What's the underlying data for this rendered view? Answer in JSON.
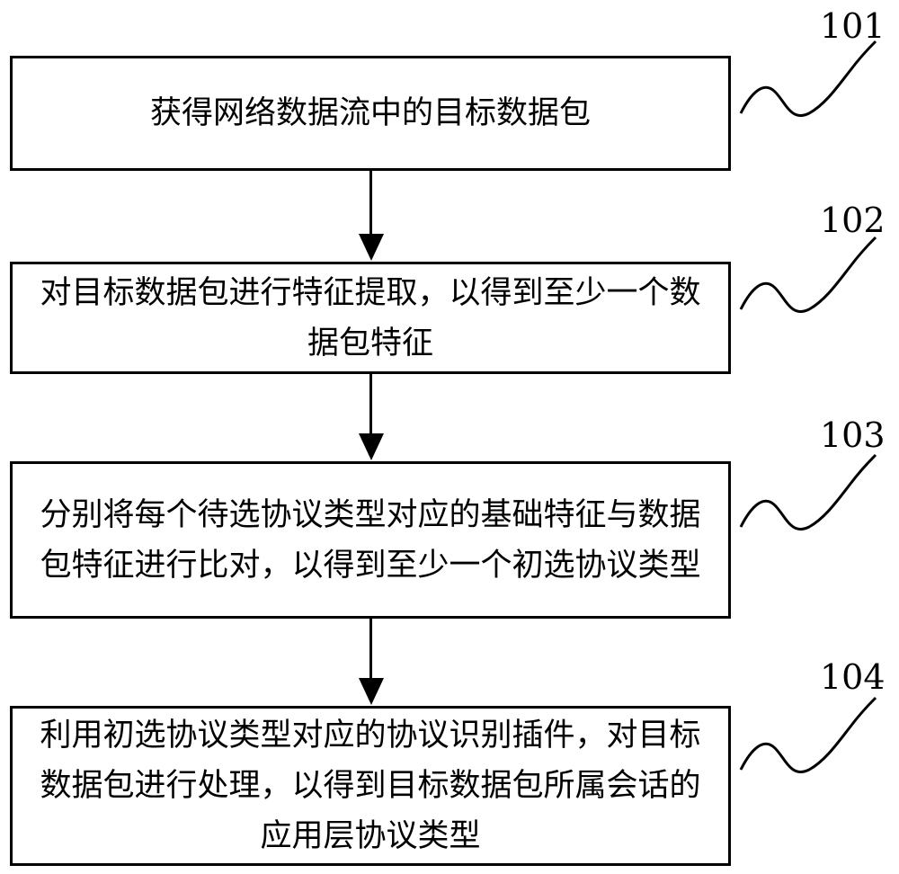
{
  "steps": [
    {
      "id": "101",
      "text": "获得网络数据流中的目标数据包"
    },
    {
      "id": "102",
      "text": "对目标数据包进行特征提取，以得到至少一个数据包特征"
    },
    {
      "id": "103",
      "text": "分别将每个待选协议类型对应的基础特征与数据包特征进行比对，以得到至少一个初选协议类型"
    },
    {
      "id": "104",
      "text": "利用初选协议类型对应的协议识别插件，对目标数据包进行处理，以得到目标数据包所属会话的应用层协议类型"
    }
  ]
}
